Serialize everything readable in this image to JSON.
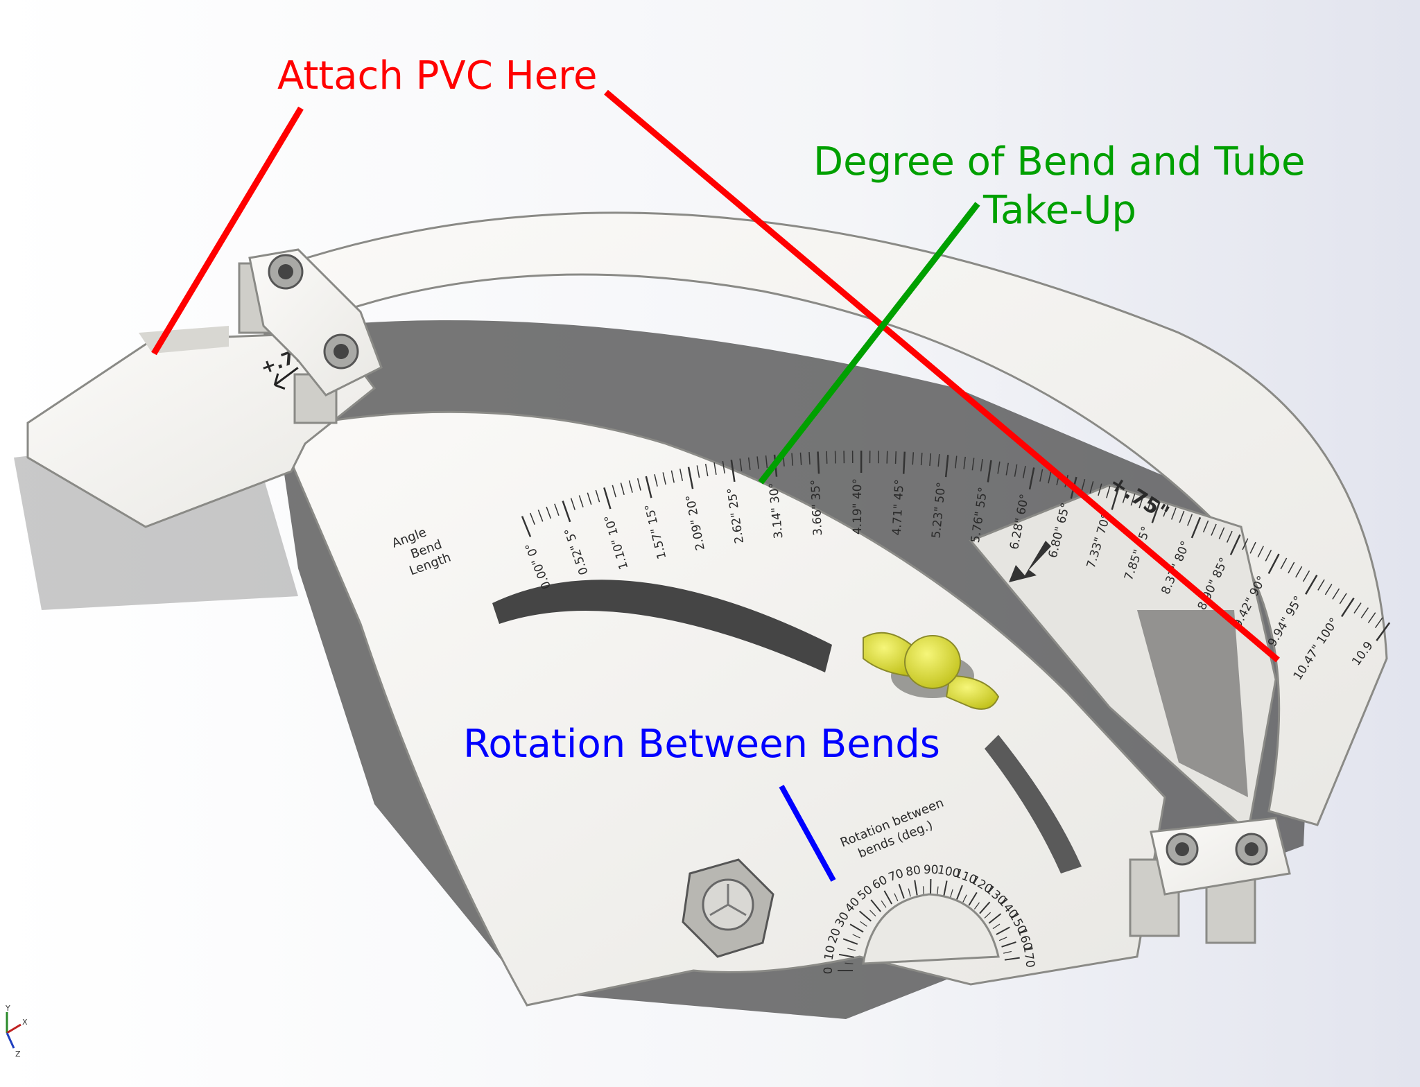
{
  "annotations": {
    "attach_pvc": {
      "text": "Attach PVC Here",
      "color": "#ff0000"
    },
    "degree_of_bend": {
      "line1": "Degree of Bend and Tube",
      "line2": "Take-Up",
      "color": "#00a000"
    },
    "rotation": {
      "text": "Rotation Between Bends",
      "color": "#0000ff"
    }
  },
  "scale": {
    "header_angle": "Angle",
    "header_bend": "Bend",
    "header_length": "Length",
    "marks": [
      {
        "len": "0.00\"",
        "deg": "0°"
      },
      {
        "len": "0.52\"",
        "deg": "5°"
      },
      {
        "len": "1.10\"",
        "deg": "10°"
      },
      {
        "len": "1.57\"",
        "deg": "15°"
      },
      {
        "len": "2.09\"",
        "deg": "20°"
      },
      {
        "len": "2.62\"",
        "deg": "25°"
      },
      {
        "len": "3.14\"",
        "deg": "30°"
      },
      {
        "len": "3.66\"",
        "deg": "35°"
      },
      {
        "len": "4.19\"",
        "deg": "40°"
      },
      {
        "len": "4.71\"",
        "deg": "45°"
      },
      {
        "len": "5.23\"",
        "deg": "50°"
      },
      {
        "len": "5.76\"",
        "deg": "55°"
      },
      {
        "len": "6.28\"",
        "deg": "60°"
      },
      {
        "len": "6.80\"",
        "deg": "65°"
      },
      {
        "len": "7.33\"",
        "deg": "70°"
      },
      {
        "len": "7.85\"",
        "deg": "75°"
      },
      {
        "len": "8.37\"",
        "deg": "80°"
      },
      {
        "len": "8.90\"",
        "deg": "85°"
      },
      {
        "len": "9.42\"",
        "deg": "90°"
      },
      {
        "len": "9.94\"",
        "deg": "95°"
      },
      {
        "len": "10.47\"",
        "deg": "100°"
      },
      {
        "len": "10.9",
        "deg": ""
      }
    ]
  },
  "rotation_dial": {
    "title_line1": "Rotation between",
    "title_line2": "bends (deg.)",
    "values": [
      "0",
      "10",
      "20",
      "30",
      "40",
      "50",
      "60",
      "70",
      "80",
      "90",
      "100",
      "110",
      "120",
      "130",
      "140",
      "150",
      "160",
      "170"
    ]
  },
  "offset_marks": {
    "left": "+.75",
    "right": "+.75\""
  },
  "colors": {
    "body": "#f2f1ee",
    "outline": "#8a8a86",
    "knob": "#dede30",
    "shadow": "#5c5c5c"
  },
  "axis_triad": {
    "x": "X",
    "y": "Y",
    "z": "Z"
  }
}
